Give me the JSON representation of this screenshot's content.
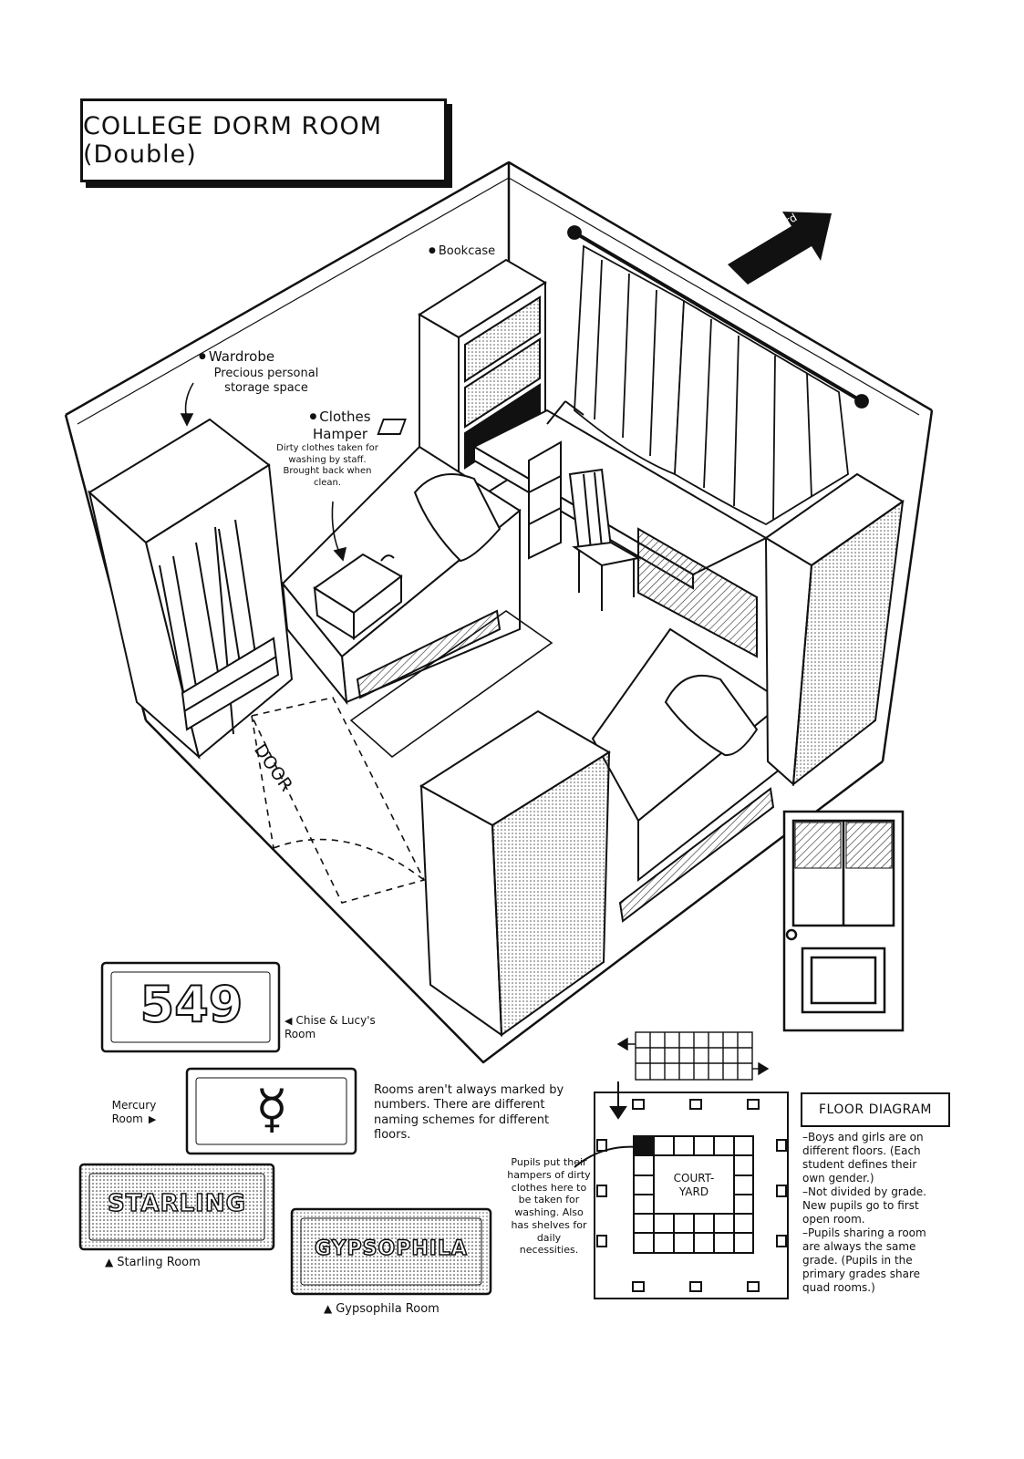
{
  "title": "COLLEGE DORM ROOM (Double)",
  "arrow": {
    "label": "Courtyard"
  },
  "labels": {
    "bookcase": "Bookcase",
    "wardrobe_title": "Wardrobe",
    "wardrobe_desc": "Precious personal storage space",
    "hamper_title": "Clothes Hamper",
    "hamper_desc": "Dirty clothes taken for washing by staff. Brought back when clean.",
    "door": "DOOR"
  },
  "plates": {
    "p549": {
      "text": "549",
      "caption": "Chise & Lucy's Room"
    },
    "mercury": {
      "symbol": "☿",
      "caption": "Mercury Room"
    },
    "starling": {
      "text": "STARLING",
      "caption": "Starling Room"
    },
    "gypsophila": {
      "text": "GYPSOPHILA",
      "caption": "Gypsophila Room"
    }
  },
  "naming_note": "Rooms aren't always marked by numbers. There are different naming schemes for different floors.",
  "pupils_note": "Pupils put their hampers of dirty clothes here to be taken for washing. Also has shelves for daily necessities.",
  "floor_diagram": {
    "title": "FLOOR DIAGRAM",
    "center_label": "COURT-\nYARD",
    "notes": [
      "–Boys and girls are on different floors. (Each student defines their own gender.)",
      "–Not divided by grade. New pupils go to first open room.",
      "–Pupils sharing a room are always the same grade. (Pupils in the primary grades share quad rooms.)"
    ]
  }
}
